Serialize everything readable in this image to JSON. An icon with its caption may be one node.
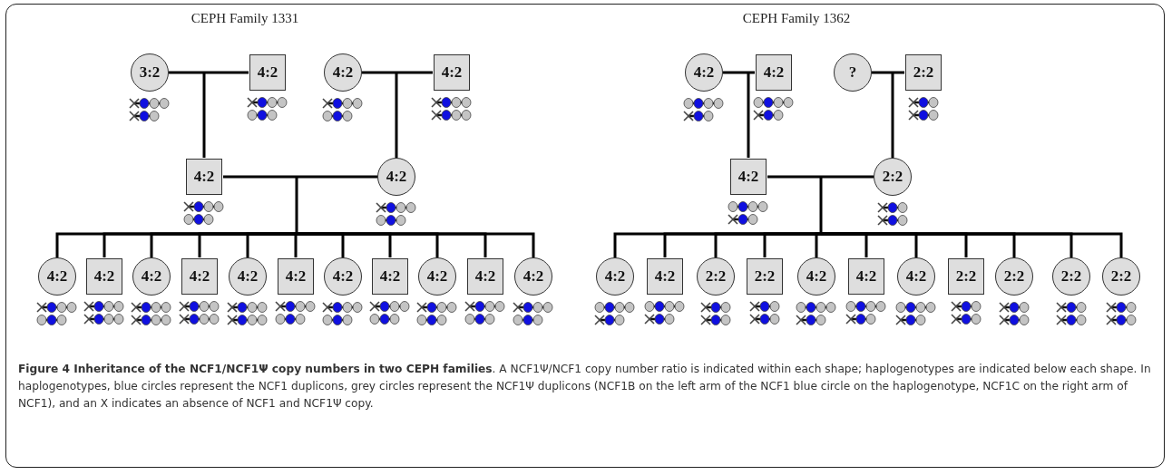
{
  "diagram": {
    "caption": "**Figure 4 Inheritance of the NCF1/NCF1Ψ copy numbers in two CEPH families**. A NCF1Ψ/NCF1 copy number ratio is indicated within each shape; haplogenotypes are indicated below each shape. In haplogenotypes, blue circles represent the NCF1 duplicons, grey circles represent the NCF1Ψ duplicons (NCF1B on the left arm of the NCF1 blue circle on the haplogenotype, NCF1C on the right arm of NCF1), and an X indicates an absence of NCF1 and NCF1Ψ copy.",
    "nodes": [
      {
        "text": [
          "3:2"
        ]
      },
      {
        "text": [
          "4:2"
        ]
      },
      {
        "text": [
          "4:2"
        ]
      },
      {
        "text": [
          "4:2"
        ]
      },
      {
        "text": [
          "4:2"
        ]
      },
      {
        "text": [
          "4:2"
        ]
      },
      {
        "text": [
          "4:2"
        ]
      },
      {
        "text": [
          "4:2"
        ]
      },
      {
        "text": [
          "4:2"
        ]
      },
      {
        "text": [
          "4:2"
        ]
      },
      {
        "text": [
          "4:2"
        ]
      },
      {
        "text": [
          "4:2"
        ]
      },
      {
        "text": [
          "4:2"
        ]
      },
      {
        "text": [
          "4:2"
        ]
      },
      {
        "text": [
          "4:2"
        ]
      },
      {
        "text": [
          "4:2"
        ]
      },
      {
        "text": [
          "4:2"
        ]
      },
      {
        "text": [
          "4:2"
        ]
      },
      {
        "text": [
          "4:2"
        ]
      },
      {
        "text": [
          "?"
        ]
      },
      {
        "text": [
          "2:2"
        ]
      },
      {
        "text": [
          "4:2"
        ]
      },
      {
        "text": [
          "2:2"
        ]
      },
      {
        "text": [
          "4:2"
        ]
      },
      {
        "text": [
          "4:2"
        ]
      },
      {
        "text": [
          "2:2"
        ]
      },
      {
        "text": [
          "2:2"
        ]
      },
      {
        "text": [
          "4:2"
        ]
      },
      {
        "text": [
          "4:2"
        ]
      },
      {
        "text": [
          "4:2"
        ]
      },
      {
        "text": [
          "2:2"
        ]
      },
      {
        "text": [
          "2:2"
        ]
      },
      {
        "text": [
          "2:2"
        ]
      },
      {
        "text": [
          "2:2"
        ]
      }
    ],
    "edges": [
      {
        "from": 0,
        "to": 1,
        "arrow": "none"
      },
      {
        "from": 2,
        "to": 3,
        "arrow": "none"
      },
      {
        "from": 0,
        "to": 4,
        "arrow": "none"
      },
      {
        "from": 1,
        "to": 4,
        "arrow": "none"
      },
      {
        "from": 2,
        "to": 5,
        "arrow": "none"
      },
      {
        "from": 3,
        "to": 5,
        "arrow": "none"
      },
      {
        "from": 4,
        "to": 5,
        "arrow": "none"
      },
      {
        "from": 4,
        "to": 6,
        "arrow": "none"
      },
      {
        "from": 5,
        "to": 6,
        "arrow": "none"
      },
      {
        "from": 4,
        "to": 7,
        "arrow": "none"
      },
      {
        "from": 5,
        "to": 7,
        "arrow": "none"
      },
      {
        "from": 4,
        "to": 8,
        "arrow": "none"
      },
      {
        "from": 5,
        "to": 8,
        "arrow": "none"
      },
      {
        "from": 4,
        "to": 9,
        "arrow": "none"
      },
      {
        "from": 5,
        "to": 9,
        "arrow": "none"
      },
      {
        "from": 4,
        "to": 10,
        "arrow": "none"
      },
      {
        "from": 5,
        "to": 10,
        "arrow": "none"
      },
      {
        "from": 4,
        "to": 11,
        "arrow": "none"
      },
      {
        "from": 5,
        "to": 11,
        "arrow": "none"
      },
      {
        "from": 4,
        "to": 12,
        "arrow": "none"
      },
      {
        "from": 5,
        "to": 12,
        "arrow": "none"
      },
      {
        "from": 4,
        "to": 13,
        "arrow": "none"
      },
      {
        "from": 5,
        "to": 13,
        "arrow": "none"
      },
      {
        "from": 4,
        "to": 14,
        "arrow": "none"
      },
      {
        "from": 5,
        "to": 14,
        "arrow": "none"
      },
      {
        "from": 4,
        "to": 15,
        "arrow": "none"
      },
      {
        "from": 5,
        "to": 15,
        "arrow": "none"
      },
      {
        "from": 4,
        "to": 16,
        "arrow": "none"
      },
      {
        "from": 5,
        "to": 16,
        "arrow": "none"
      },
      {
        "from": 17,
        "to": 18,
        "arrow": "none"
      },
      {
        "from": 19,
        "to": 20,
        "arrow": "none"
      },
      {
        "from": 17,
        "to": 21,
        "arrow": "none"
      },
      {
        "from": 18,
        "to": 21,
        "arrow": "none"
      },
      {
        "from": 19,
        "to": 22,
        "arrow": "none"
      },
      {
        "from": 20,
        "to": 22,
        "arrow": "none"
      },
      {
        "from": 21,
        "to": 22,
        "arrow": "none"
      },
      {
        "from": 21,
        "to": 23,
        "arrow": "none"
      },
      {
        "from": 22,
        "to": 23,
        "arrow": "none"
      },
      {
        "from": 21,
        "to": 24,
        "arrow": "none"
      },
      {
        "from": 22,
        "to": 24,
        "arrow": "none"
      },
      {
        "from": 21,
        "to": 25,
        "arrow": "none"
      },
      {
        "from": 22,
        "to": 25,
        "arrow": "none"
      },
      {
        "from": 21,
        "to": 26,
        "arrow": "none"
      },
      {
        "from": 22,
        "to": 26,
        "arrow": "none"
      },
      {
        "from": 21,
        "to": 27,
        "arrow": "none"
      },
      {
        "from": 22,
        "to": 27,
        "arrow": "none"
      },
      {
        "from": 21,
        "to": 28,
        "arrow": "none"
      },
      {
        "from": 22,
        "to": 28,
        "arrow": "none"
      },
      {
        "from": 21,
        "to": 29,
        "arrow": "none"
      },
      {
        "from": 22,
        "to": 29,
        "arrow": "none"
      },
      {
        "from": 21,
        "to": 30,
        "arrow": "none"
      },
      {
        "from": 22,
        "to": 30,
        "arrow": "none"
      },
      {
        "from": 21,
        "to": 31,
        "arrow": "none"
      },
      {
        "from": 22,
        "to": 31,
        "arrow": "none"
      },
      {
        "from": 21,
        "to": 32,
        "arrow": "none"
      },
      {
        "from": 22,
        "to": 32,
        "arrow": "none"
      },
      {
        "from": 21,
        "to": 33,
        "arrow": "none"
      },
      {
        "from": 22,
        "to": 33,
        "arrow": "none"
      }
    ],
    "labels": [
      "CEPH Family 1331",
      "CEPH Family 1362"
    ]
  }
}
